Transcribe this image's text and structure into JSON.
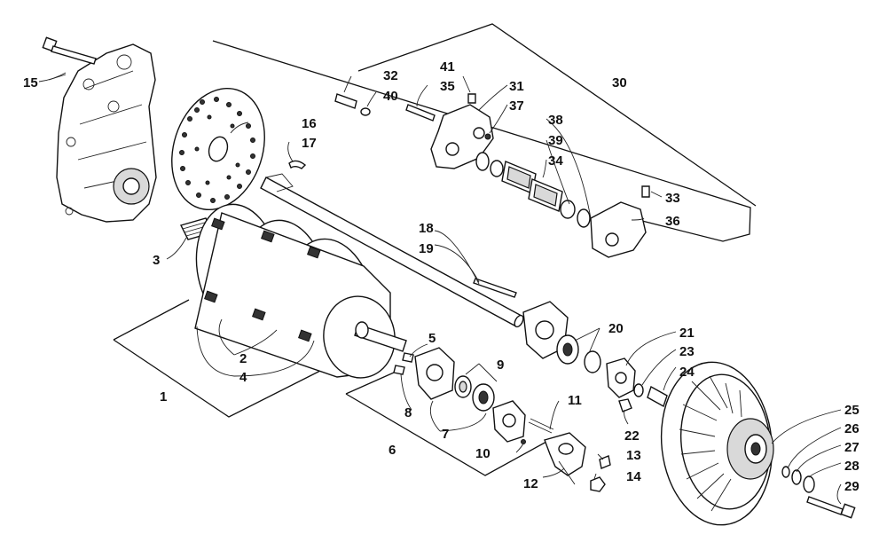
{
  "colors": {
    "ink": "#111111",
    "paper": "#ffffff",
    "shade": "#d9d9d9"
  },
  "labels": {
    "l1": "1",
    "l2": "2",
    "l3": "3",
    "l4": "4",
    "l5": "5",
    "l6": "6",
    "l7": "7",
    "l8": "8",
    "l9": "9",
    "l10": "10",
    "l11": "11",
    "l12": "12",
    "l13": "13",
    "l14": "14",
    "l15": "15",
    "l16": "16",
    "l17": "17",
    "l18": "18",
    "l19": "19",
    "l20": "20",
    "l21": "21",
    "l22": "22",
    "l23": "23",
    "l24": "24",
    "l25": "25",
    "l26": "26",
    "l27": "27",
    "l28": "28",
    "l29": "29",
    "l30": "30",
    "l31": "31",
    "l32": "32",
    "l33": "33",
    "l34": "34",
    "l35": "35",
    "l36": "36",
    "l37": "37",
    "l38": "38",
    "l39": "39",
    "l40": "40",
    "l41": "41"
  }
}
